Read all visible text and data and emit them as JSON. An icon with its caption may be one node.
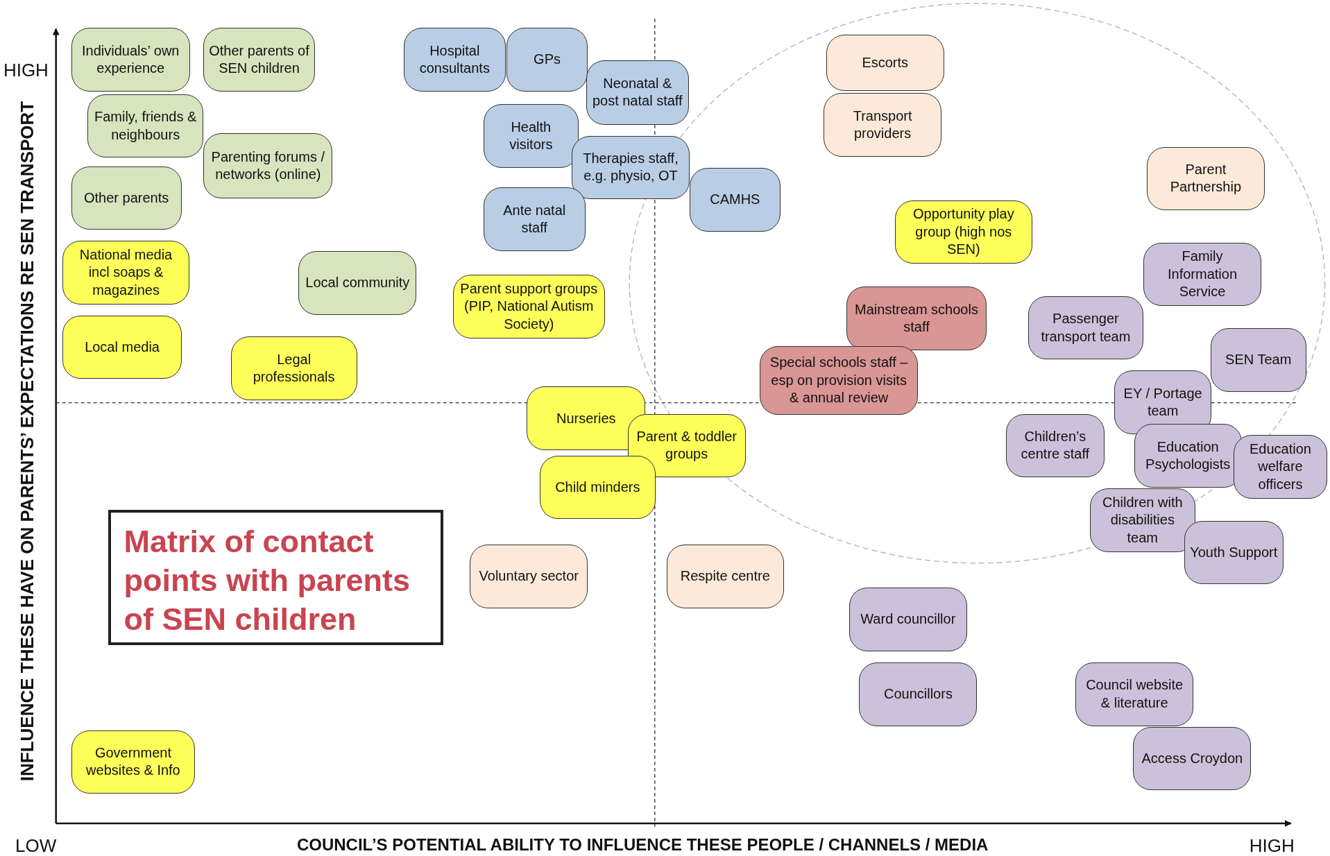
{
  "diagram": {
    "title": "Matrix of contact points with parents of SEN children",
    "nodes": [
      {
        "text": [
          "Individuals’ own experience"
        ]
      },
      {
        "text": [
          "Other parents of SEN children"
        ]
      },
      {
        "text": [
          "Hospital consultants"
        ]
      },
      {
        "text": [
          "GPs"
        ]
      },
      {
        "text": [
          "Neonatal & post natal staff"
        ]
      },
      {
        "text": [
          "Escorts"
        ]
      },
      {
        "text": [
          "Family, friends & neighbours"
        ]
      },
      {
        "text": [
          "Transport providers"
        ]
      },
      {
        "text": [
          "Health visitors"
        ]
      },
      {
        "text": [
          "Parenting forums / networks (online)"
        ]
      },
      {
        "text": [
          "Therapies staff, e.g. physio, OT"
        ]
      },
      {
        "text": [
          "Parent Partnership"
        ]
      },
      {
        "text": [
          "Other parents"
        ]
      },
      {
        "text": [
          "CAMHS"
        ]
      },
      {
        "text": [
          "Ante natal staff"
        ]
      },
      {
        "text": [
          "Opportunity play group (high nos SEN)"
        ]
      },
      {
        "text": [
          "National media incl soaps & magazines"
        ]
      },
      {
        "text": [
          "Family Information Service"
        ]
      },
      {
        "text": [
          "Local community"
        ]
      },
      {
        "text": [
          "Parent support groups (PIP, National Autism Society)"
        ]
      },
      {
        "text": [
          "Mainstream schools staff"
        ]
      },
      {
        "text": [
          "Passenger transport team"
        ]
      },
      {
        "text": [
          "Local media"
        ]
      },
      {
        "text": [
          "Legal professionals"
        ]
      },
      {
        "text": [
          "SEN Team"
        ]
      },
      {
        "text": [
          "Special schools staff – esp on provision visits & annual review"
        ]
      },
      {
        "text": [
          "EY / Portage team"
        ]
      },
      {
        "text": [
          "Nurseries"
        ]
      },
      {
        "text": [
          "Children’s centre staff"
        ]
      },
      {
        "text": [
          "Parent & toddler groups"
        ]
      },
      {
        "text": [
          "Education Psychologists"
        ]
      },
      {
        "text": [
          "Education welfare officers"
        ]
      },
      {
        "text": [
          "Child minders"
        ]
      },
      {
        "text": [
          "Children with disabilities team"
        ]
      },
      {
        "text": [
          "Voluntary sector"
        ]
      },
      {
        "text": [
          "Respite centre"
        ]
      },
      {
        "text": [
          "Youth Support"
        ]
      },
      {
        "text": [
          "Ward councillor"
        ]
      },
      {
        "text": [
          "Councillors"
        ]
      },
      {
        "text": [
          "Council website & literature"
        ]
      },
      {
        "text": [
          "Government websites & Info"
        ]
      },
      {
        "text": [
          "Access Croydon"
        ]
      }
    ],
    "labels": [
      "HIGH",
      "INFLUENCE THESE HAVE ON PARENTS’ EXPECTATIONS RE SEN TRANSPORT",
      "LOW",
      "COUNCIL’S POTENTIAL ABILITY TO INFLUENCE THESE PEOPLE / CHANNELS / MEDIA",
      "HIGH"
    ]
  }
}
